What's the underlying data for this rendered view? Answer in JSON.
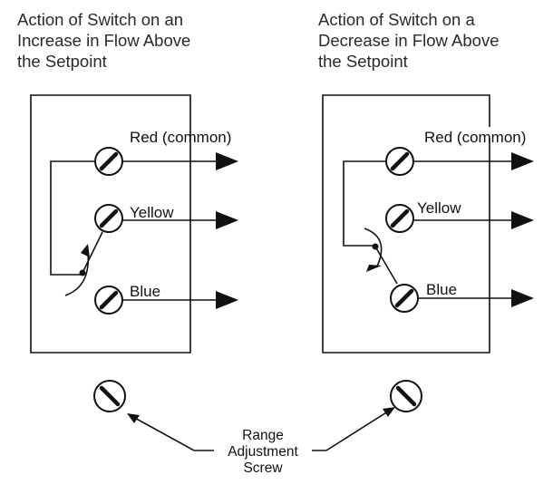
{
  "panels": {
    "left": {
      "title_lines": [
        "Action of Switch on an",
        "Increase in Flow Above",
        "the Setpoint"
      ],
      "terminals": [
        {
          "label": "Red (common)"
        },
        {
          "label": "Yellow"
        },
        {
          "label": "Blue"
        }
      ]
    },
    "right": {
      "title_lines": [
        "Action of Switch on a",
        "Decrease in Flow Above",
        "the Setpoint"
      ],
      "terminals": [
        {
          "label": "Red (common)"
        },
        {
          "label": "Yellow"
        },
        {
          "label": "Blue"
        }
      ]
    }
  },
  "callout": {
    "lines": [
      "Range",
      "Adjustment",
      "Screw"
    ]
  },
  "colors": {
    "line": "#111111",
    "text": "#2a2a2a",
    "background": "#ffffff"
  }
}
